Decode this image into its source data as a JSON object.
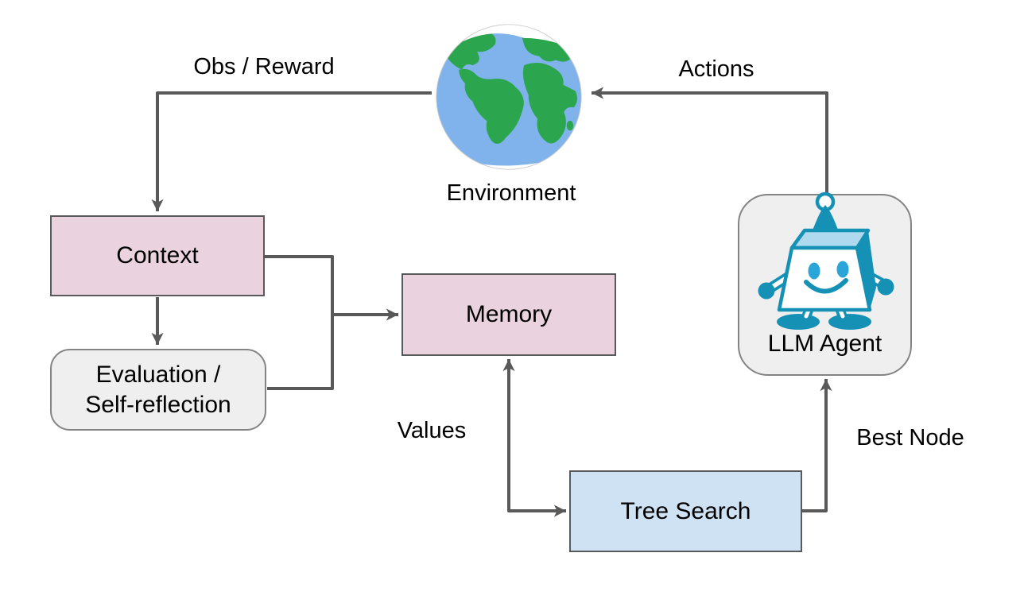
{
  "title": "LLM agent tree-search loop diagram",
  "colors": {
    "line": "#595959",
    "border_dark": "#595959",
    "border_gray": "#848484",
    "pink": "#ead3de",
    "blue": "#cfe2f3",
    "gray": "#efefef",
    "ocean": "#80b3eb",
    "land": "#2ba64e",
    "teal": "#1591b5",
    "eye": "#29a5d8",
    "robot_top": "#aed9ef"
  },
  "nodes": {
    "environment": {
      "label": "Environment"
    },
    "context": {
      "label": "Context"
    },
    "evaluation": {
      "label_line1": "Evaluation /",
      "label_line2": "Self-reflection"
    },
    "memory": {
      "label": "Memory"
    },
    "tree_search": {
      "label": "Tree Search"
    },
    "llm_agent": {
      "label": "LLM Agent"
    }
  },
  "edge_labels": {
    "obs_reward": "Obs / Reward",
    "actions": "Actions",
    "values": "Values",
    "best_node": "Best Node"
  },
  "edges": [
    {
      "from": "LLM Agent",
      "to": "Environment",
      "label": "Actions"
    },
    {
      "from": "Environment",
      "to": "Context",
      "label": "Obs / Reward"
    },
    {
      "from": "Context",
      "to": "Evaluation / Self-reflection",
      "label": ""
    },
    {
      "from": "Context / Evaluation",
      "to": "Memory",
      "label": ""
    },
    {
      "from": "Tree Search",
      "to": "Memory",
      "label": "Values",
      "bidirectional": true
    },
    {
      "from": "Tree Search",
      "to": "LLM Agent",
      "label": "Best Node"
    }
  ],
  "icons": {
    "globe": "environment-globe-icon",
    "robot": "llm-robot-icon"
  }
}
